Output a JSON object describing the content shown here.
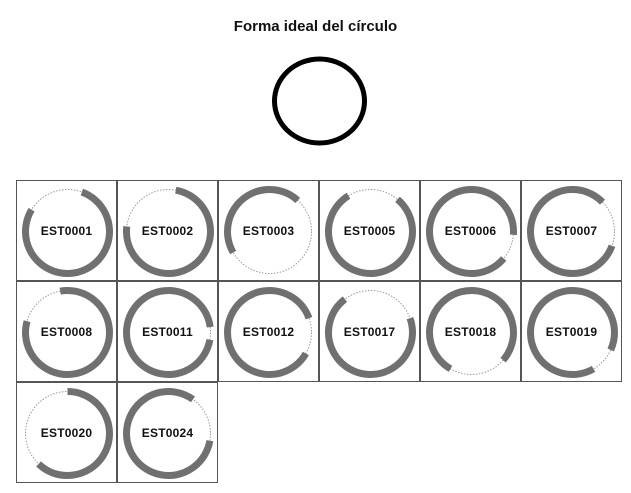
{
  "title": "Forma ideal del círculo",
  "colors": {
    "ring": "#707070",
    "ideal": "#000000",
    "dashed": "#9a9a9a"
  },
  "students": [
    {
      "id": "EST0001",
      "completion": 0.78
    },
    {
      "id": "EST0002",
      "completion": 0.74
    },
    {
      "id": "EST0003",
      "completion": 0.45
    },
    {
      "id": "EST0005",
      "completion": 0.8
    },
    {
      "id": "EST0006",
      "completion": 0.9
    },
    {
      "id": "EST0007",
      "completion": 0.82
    },
    {
      "id": "EST0008",
      "completion": 0.82
    },
    {
      "id": "EST0011",
      "completion": 0.95
    },
    {
      "id": "EST0012",
      "completion": 0.86
    },
    {
      "id": "EST0017",
      "completion": 0.7
    },
    {
      "id": "EST0018",
      "completion": 0.78
    },
    {
      "id": "EST0019",
      "completion": 0.9
    },
    {
      "id": "EST0020",
      "completion": 0.62
    },
    {
      "id": "EST0024",
      "completion": 0.82
    }
  ]
}
